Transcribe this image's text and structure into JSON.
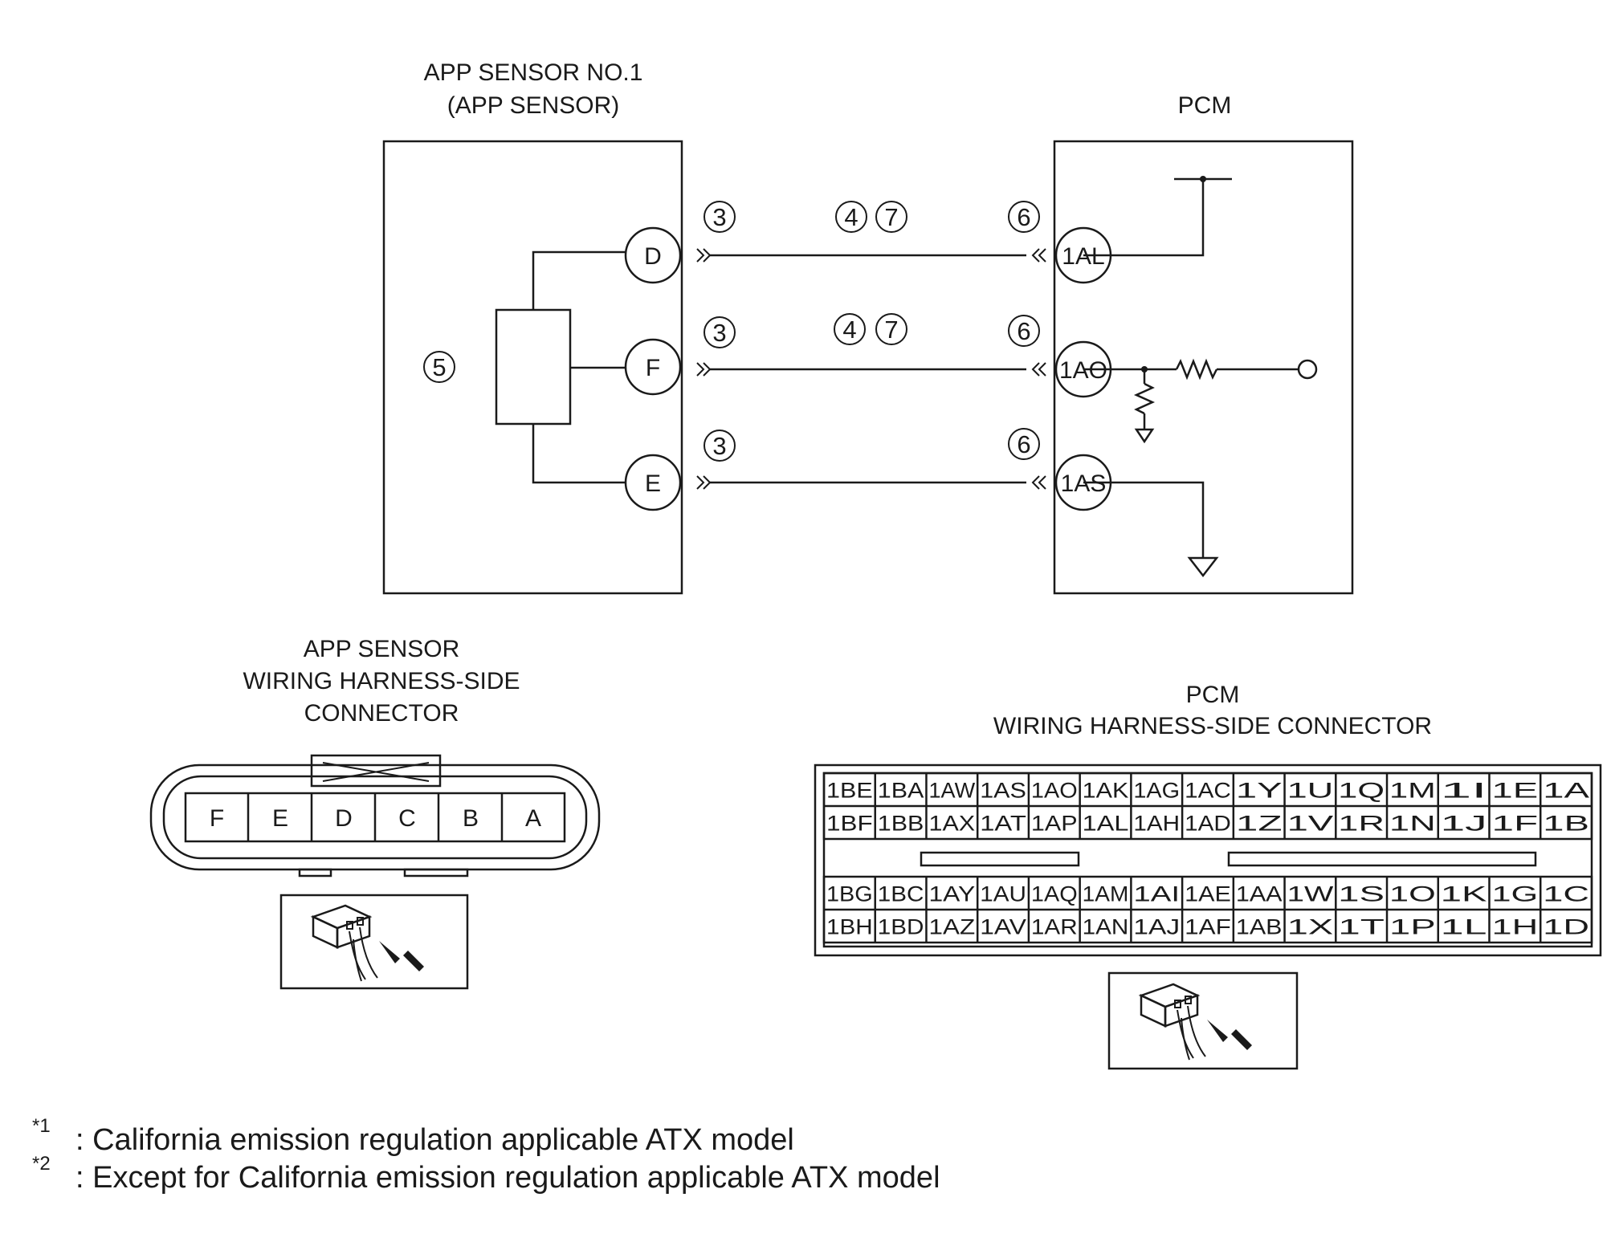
{
  "titles": {
    "sensor_line1": "APP SENSOR NO.1",
    "sensor_line2": "(APP SENSOR)",
    "pcm": "PCM",
    "sensor_conn_line1": "APP SENSOR",
    "sensor_conn_line2": "WIRING HARNESS-SIDE",
    "sensor_conn_line3": "CONNECTOR",
    "pcm_conn_line1": "PCM",
    "pcm_conn_line2": "WIRING HARNESS-SIDE CONNECTOR"
  },
  "sensor_box_ref": "5",
  "circuits": [
    {
      "sensor_pin": "D",
      "pcm_pin": "1AL",
      "refs_left": "3",
      "refs_mid": [
        "4",
        "7"
      ],
      "refs_right": "6"
    },
    {
      "sensor_pin": "F",
      "pcm_pin": "1AO",
      "refs_left": "3",
      "refs_mid": [
        "4",
        "7"
      ],
      "refs_right": "6"
    },
    {
      "sensor_pin": "E",
      "pcm_pin": "1AS",
      "refs_left": "3",
      "refs_mid": [],
      "refs_right": "6"
    }
  ],
  "app_connector_pins": [
    "F",
    "E",
    "D",
    "C",
    "B",
    "A"
  ],
  "pcm_connector": {
    "top_rows": [
      [
        "1BE",
        "1BA",
        "1AW",
        "1AS",
        "1AO",
        "1AK",
        "1AG",
        "1AC",
        "1Y",
        "1U",
        "1Q",
        "1M",
        "1I",
        "1E",
        "1A"
      ],
      [
        "1BF",
        "1BB",
        "1AX",
        "1AT",
        "1AP",
        "1AL",
        "1AH",
        "1AD",
        "1Z",
        "1V",
        "1R",
        "1N",
        "1J",
        "1F",
        "1B"
      ]
    ],
    "bottom_rows": [
      [
        "1BG",
        "1BC",
        "1AY",
        "1AU",
        "1AQ",
        "1AM",
        "1AI",
        "1AE",
        "1AA",
        "1W",
        "1S",
        "1O",
        "1K",
        "1G",
        "1C"
      ],
      [
        "1BH",
        "1BD",
        "1AZ",
        "1AV",
        "1AR",
        "1AN",
        "1AJ",
        "1AF",
        "1AB",
        "1X",
        "1T",
        "1P",
        "1L",
        "1H",
        "1D"
      ]
    ]
  },
  "notes": [
    {
      "mark": "*1",
      "text": ": California emission regulation applicable ATX model"
    },
    {
      "mark": "*2",
      "text": ": Except for California emission regulation applicable ATX model"
    }
  ]
}
